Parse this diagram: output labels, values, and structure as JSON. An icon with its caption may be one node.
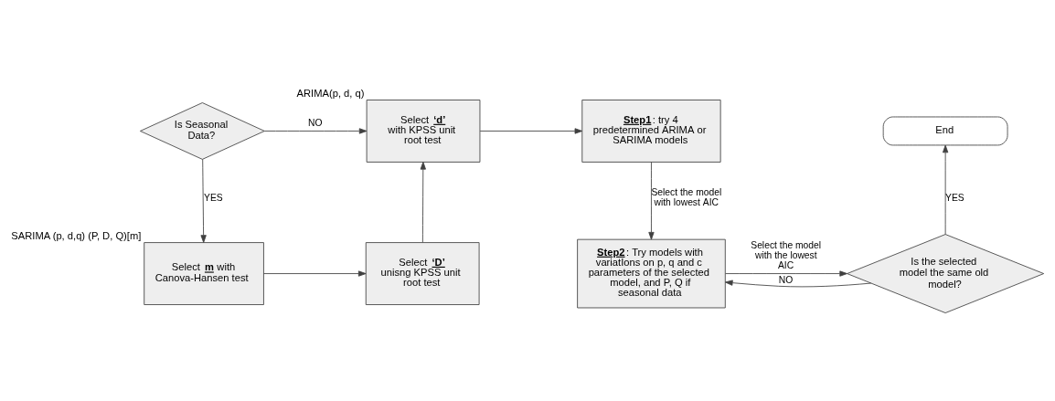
{
  "diagram": {
    "nodes": [
      {
        "text": [
          "Is Seasonal Data?"
        ]
      },
      {
        "text": [
          "Select **‘d’** with KPSS unit root test"
        ],
        "beside": [
          "ARIMA(p, d, q)"
        ]
      },
      {
        "text": [
          "**Step1**: try 4 predetermined ARIMA or SARIMA models"
        ]
      },
      {
        "text": [
          "End"
        ]
      },
      {
        "text": [
          "Select **m** with Canova-Hansen test"
        ],
        "beside": [
          "SARIMA (p, d,q) (P, D, Q)[m]"
        ]
      },
      {
        "text": [
          "Select **‘D’** unisng KPSS unit root test"
        ]
      },
      {
        "text": [
          "**Step2**: Try models with variatIons on p, q and c parameters of the selected model, and P, Q if seasonal data"
        ]
      },
      {
        "text": [
          "Is the selected model the same old model?"
        ]
      }
    ],
    "edges": [
      {
        "from": 0,
        "to": 1,
        "arrow": "to",
        "label": "NO"
      },
      {
        "from": 0,
        "to": 4,
        "arrow": "to",
        "label": "YES"
      },
      {
        "from": 1,
        "to": 2,
        "arrow": "to"
      },
      {
        "from": 4,
        "to": 5,
        "arrow": "to"
      },
      {
        "from": 5,
        "to": 1,
        "arrow": "to"
      },
      {
        "from": 2,
        "to": 6,
        "arrow": "to",
        "label": "Select the model with lowest AIC"
      },
      {
        "from": 6,
        "to": 7,
        "arrow": "to",
        "label": "Select the model with the lowest AIC"
      },
      {
        "from": 7,
        "to": 3,
        "arrow": "to",
        "label": "YES"
      },
      {
        "from": 7,
        "to": 6,
        "arrow": "to",
        "label": "NO"
      }
    ]
  }
}
